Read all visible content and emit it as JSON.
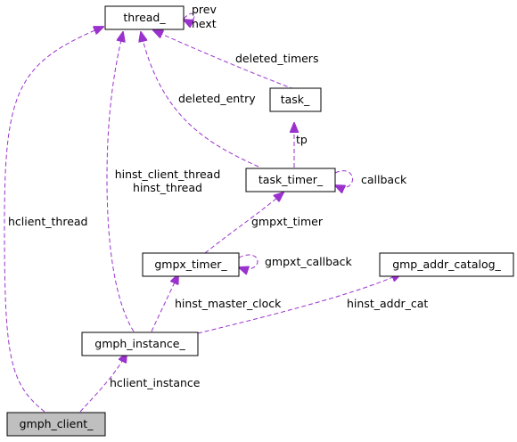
{
  "colors": {
    "edge": "#9a32cd",
    "node_fill": "#ffffff",
    "node_fill_highlight": "#bfbfbf",
    "node_border": "#000000"
  },
  "nodes": {
    "thread": "thread_",
    "task": "task_",
    "task_timer": "task_timer_",
    "gmpx_timer": "gmpx_timer_",
    "gmp_addr_catalog": "gmp_addr_catalog_",
    "gmph_instance": "gmph_instance_",
    "gmph_client": "gmph_client_"
  },
  "edges": {
    "prev": "prev",
    "next": "next",
    "deleted_timers": "deleted_timers",
    "deleted_entry": "deleted_entry",
    "tp": "tp",
    "hinst_client_thread": "hinst_client_thread",
    "hinst_thread": "hinst_thread",
    "callback": "callback",
    "hclient_thread": "hclient_thread",
    "gmpxt_timer": "gmpxt_timer",
    "gmpxt_callback": "gmpxt_callback",
    "hinst_master_clock": "hinst_master_clock",
    "hinst_addr_cat": "hinst_addr_cat",
    "hclient_instance": "hclient_instance"
  }
}
